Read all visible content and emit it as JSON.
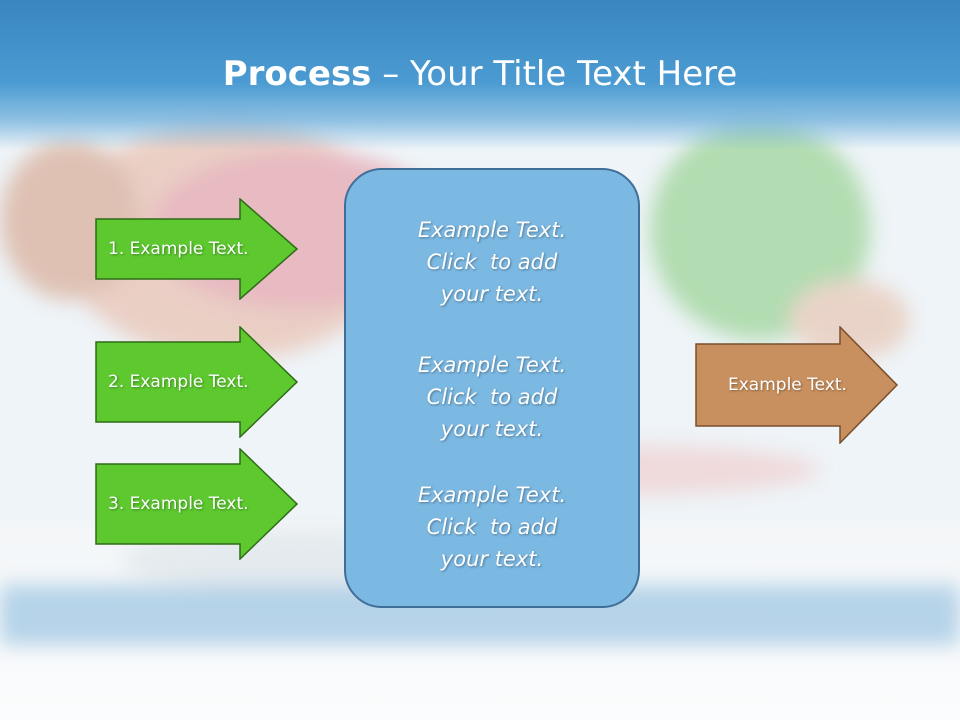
{
  "title": {
    "bold": "Process",
    "rest": " – Your Title Text Here"
  },
  "left_arrows": [
    {
      "label": "1. Example Text."
    },
    {
      "label": "2. Example Text."
    },
    {
      "label": "3. Example Text."
    }
  ],
  "center_box": {
    "paragraphs": [
      {
        "lines": [
          "Example Text.",
          "Click  to add",
          "your text."
        ]
      },
      {
        "lines": [
          "Example Text.",
          "Click  to add",
          "your text."
        ]
      },
      {
        "lines": [
          "Example Text.",
          "Click  to add",
          "your text."
        ]
      }
    ]
  },
  "right_arrow": {
    "label": "Example Text."
  },
  "colors": {
    "green_arrow": "#5dc92f",
    "green_border": "#2f6b17",
    "brown_arrow": "#c8905e",
    "brown_border": "#7a4f2c",
    "box_fill": "#7bb8e2",
    "header": "#3a86c0"
  }
}
